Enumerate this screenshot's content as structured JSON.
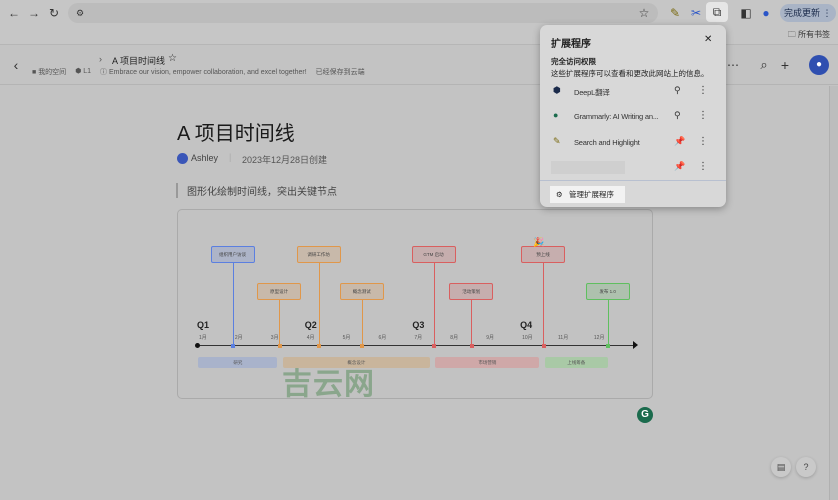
{
  "browser": {
    "update_label": "完成更新",
    "bookmarks_label": "所有书签"
  },
  "header": {
    "title": "A 项目时间线",
    "crumbs": [
      "我的空间",
      "L1",
      "Embrace our vision, empower collaboration, and excel together!",
      "已经保存到云端"
    ]
  },
  "doc": {
    "title": "A 项目时间线",
    "author": "Ashley",
    "created": "2023年12月28日创建",
    "quote": "图形化绘制时间线，突出关键节点"
  },
  "timeline": {
    "quarters": [
      "Q1",
      "Q2",
      "Q3",
      "Q4"
    ],
    "months": [
      "1月",
      "2月",
      "3月",
      "4月",
      "5月",
      "6月",
      "7月",
      "8月",
      "9月",
      "10月",
      "11月",
      "12月"
    ],
    "events": [
      {
        "label": "组织用户访谈",
        "month": 1.85,
        "row": "top",
        "color": "#5b7fe0"
      },
      {
        "label": "原型设计",
        "month": 3.15,
        "row": "bottom",
        "color": "#e0974a"
      },
      {
        "label": "调研工作坊",
        "month": 4.25,
        "row": "top",
        "color": "#e0974a"
      },
      {
        "label": "概念测试",
        "month": 5.45,
        "row": "bottom",
        "color": "#e0974a"
      },
      {
        "label": "GTM 启动",
        "month": 7.45,
        "row": "top",
        "color": "#d95f5f"
      },
      {
        "label": "活动策划",
        "month": 8.5,
        "row": "bottom",
        "color": "#d95f5f"
      },
      {
        "label": "预上线",
        "month": 10.5,
        "row": "top",
        "color": "#d95f5f"
      },
      {
        "label": "发布 1.0",
        "month": 12.3,
        "row": "bottom",
        "color": "#5fbf5f"
      }
    ],
    "phases": [
      {
        "label": "研究",
        "start": 0.9,
        "end": 3.1,
        "color": "#a9b3cb"
      },
      {
        "label": "概念设计",
        "start": 3.25,
        "end": 7.35,
        "color": "#c9b59c"
      },
      {
        "label": "市场营销",
        "start": 7.5,
        "end": 10.4,
        "color": "#cfa8a8"
      },
      {
        "label": "上线筹备",
        "start": 10.55,
        "end": 12.3,
        "color": "#a9c9a6"
      }
    ]
  },
  "watermark": "吉云网",
  "extensions_popup": {
    "title": "扩展程序",
    "section_title": "完全访问权限",
    "section_desc": "这些扩展程序可以查看和更改此网站上的信息。",
    "items": [
      {
        "name": "DeepL翻译",
        "pinned": false
      },
      {
        "name": "Grammarly: AI Writing an...",
        "pinned": true
      },
      {
        "name": "Search and Highlight",
        "pinned": true
      },
      {
        "name": "",
        "pinned": true
      }
    ],
    "manage_label": "管理扩展程序",
    "pin_color": "#2a55c8"
  }
}
